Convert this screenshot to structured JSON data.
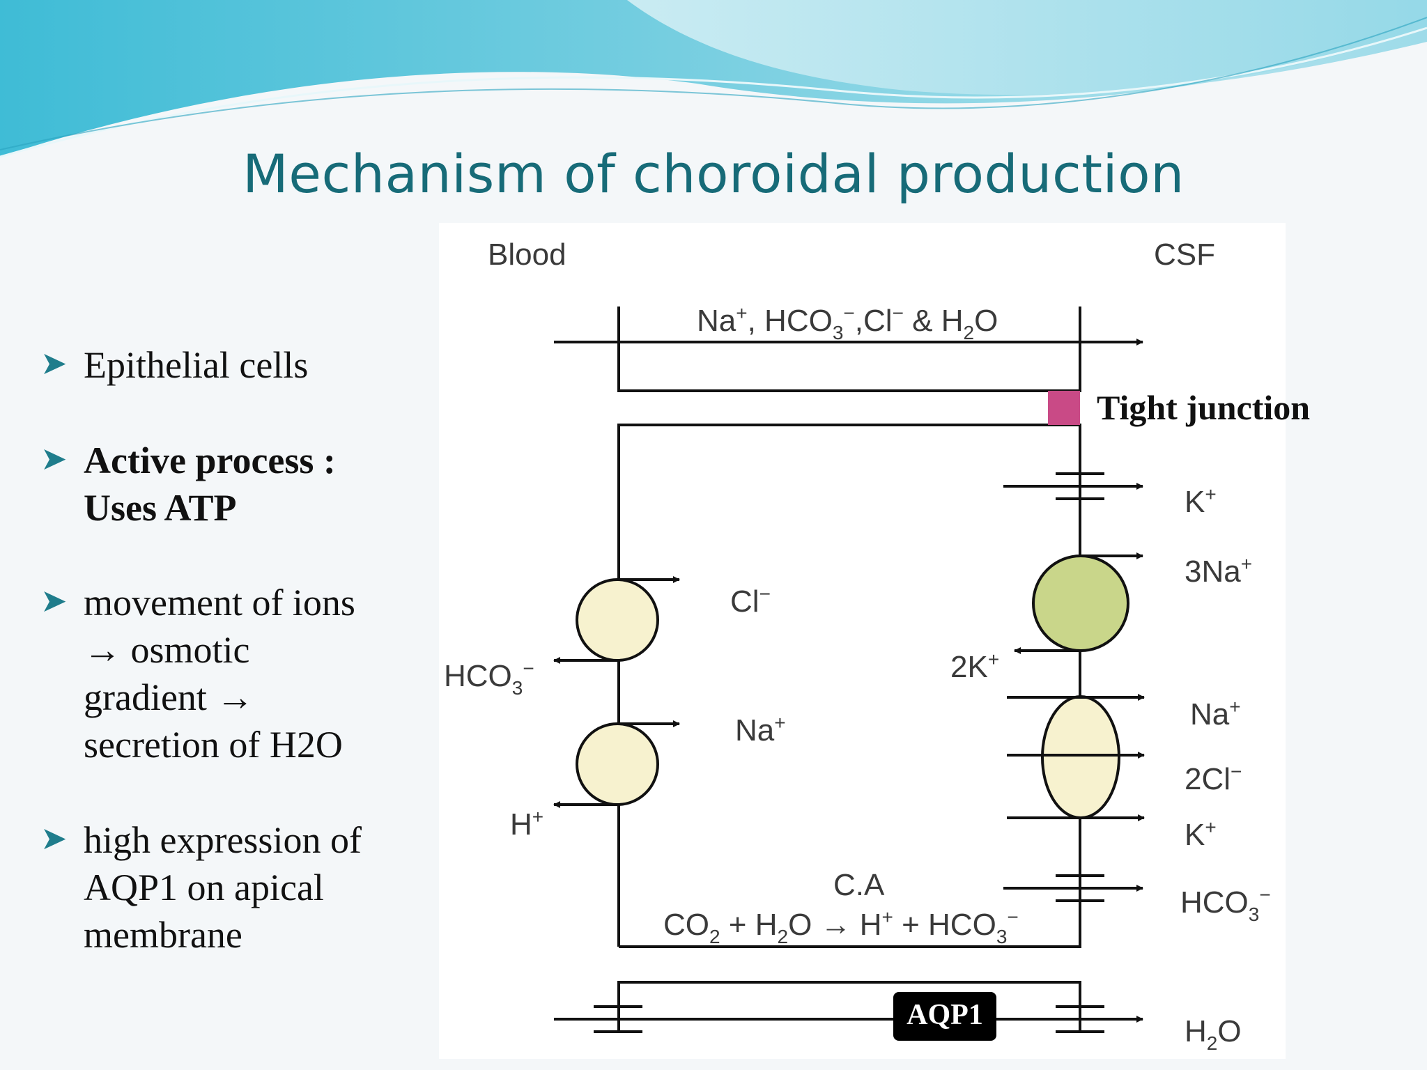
{
  "slide": {
    "title": "Mechanism of choroidal production"
  },
  "bullets": [
    {
      "lines": [
        "Epithelial cells"
      ],
      "bold": false
    },
    {
      "lines": [
        "Active process :",
        "Uses ATP"
      ],
      "bold": true
    },
    {
      "lines": [
        "movement of ions",
        "→ osmotic",
        "gradient →",
        "secretion of H2O"
      ],
      "bold": false
    },
    {
      "lines": [
        "high expression of",
        "AQP1 on apical",
        "membrane"
      ],
      "bold": false
    }
  ],
  "diagram": {
    "blood_label": "Blood",
    "csf_label": "CSF",
    "paracellular": {
      "a": "Na",
      "sup1": "+",
      "b": ", HCO",
      "sub1": "3",
      "sup2": "−",
      "c": ",Cl",
      "sup3": "−",
      "d": " & H",
      "sub2": "2",
      "e": "O"
    },
    "tight_junction": "Tight junction",
    "k_out": {
      "base": "K",
      "sup": "+"
    },
    "na3": {
      "base": "3Na",
      "sup": "+"
    },
    "cl_in": {
      "base": "Cl",
      "sup": "−"
    },
    "k2": {
      "base": "2K",
      "sup": "+"
    },
    "hco3_blood": {
      "base": "HCO",
      "sub": "3",
      "sup": "−"
    },
    "na_in": {
      "base": "Na",
      "sup": "+"
    },
    "na_co": {
      "base": "Na",
      "sup": "+"
    },
    "cl2": {
      "base": "2Cl",
      "sup": "−"
    },
    "k_co": {
      "base": "K",
      "sup": "+"
    },
    "h_blood": {
      "base": "H",
      "sup": "+"
    },
    "hco3_csf": {
      "base": "HCO",
      "sub": "3",
      "sup": "−"
    },
    "ca": "C.A",
    "reaction": {
      "a": "CO",
      "s1": "2",
      "b": " + H",
      "s2": "2",
      "c": "O → H",
      "p1": "+",
      "d": " + HCO",
      "s3": "3",
      "p2": "−"
    },
    "aqp1": "AQP1",
    "h2o": {
      "a": "H",
      "sub": "2",
      "b": "O"
    }
  },
  "colors": {
    "title": "#176b78",
    "bullet_mark": "#1f7d8c",
    "tight_junction": "#c94a86",
    "pump": "#c9d68a",
    "transporter": "#f7f2cf",
    "wave_dark": "#4dbfd6",
    "wave_light": "#bfe8f0"
  }
}
